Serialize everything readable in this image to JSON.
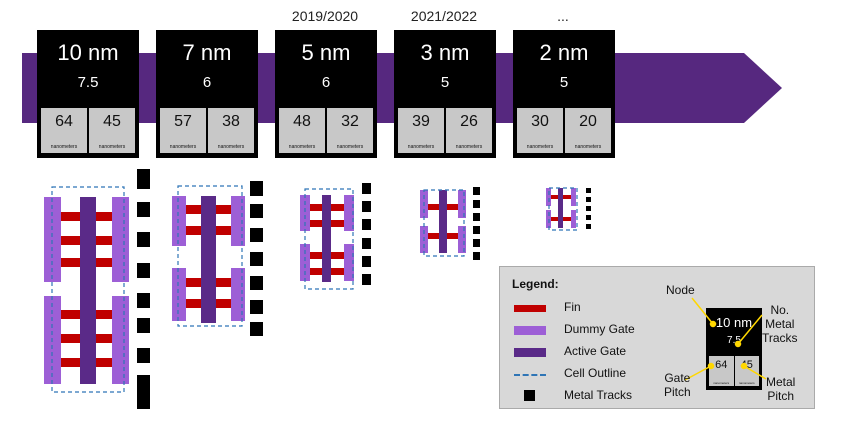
{
  "colors": {
    "arrow": "#56287f",
    "fin": "#c00000",
    "dummy_gate": "#9d5fd6",
    "active_gate": "#5a2a88",
    "cell_outline": "#2e75b6",
    "metal_track": "#000000",
    "card": "#000000",
    "pitch_cell": "#c8c8c8",
    "pointer": "#ffd700"
  },
  "timeline": {
    "years": [
      "2019/2020",
      "2021/2022",
      "..."
    ],
    "nodes": [
      {
        "name": "10 nm",
        "tracks": "7.5",
        "gate_pitch": "64",
        "metal_pitch": "45",
        "unit": "nanometers"
      },
      {
        "name": "7 nm",
        "tracks": "6",
        "gate_pitch": "57",
        "metal_pitch": "38",
        "unit": "nanometers"
      },
      {
        "name": "5 nm",
        "tracks": "6",
        "gate_pitch": "48",
        "metal_pitch": "32",
        "unit": "nanometers"
      },
      {
        "name": "3 nm",
        "tracks": "5",
        "gate_pitch": "39",
        "metal_pitch": "26",
        "unit": "nanometers"
      },
      {
        "name": "2 nm",
        "tracks": "5",
        "gate_pitch": "30",
        "metal_pitch": "20",
        "unit": "nanometers"
      }
    ]
  },
  "legend": {
    "title": "Legend:",
    "items": [
      {
        "label": "Fin",
        "kind": "fin"
      },
      {
        "label": "Dummy Gate",
        "kind": "dummy"
      },
      {
        "label": "Active Gate",
        "kind": "active"
      },
      {
        "label": "Cell Outline",
        "kind": "outline"
      },
      {
        "label": "Metal Tracks",
        "kind": "track"
      }
    ],
    "example": {
      "name": "10 nm",
      "tracks": "7.5",
      "gate_pitch": "64",
      "metal_pitch": "45",
      "unit": "nanometers",
      "annotations": {
        "node": "Node",
        "tracks": "No.\nMetal\nTracks",
        "gate_pitch": "Gate\nPitch",
        "metal_pitch": "Metal\nPitch"
      }
    }
  }
}
